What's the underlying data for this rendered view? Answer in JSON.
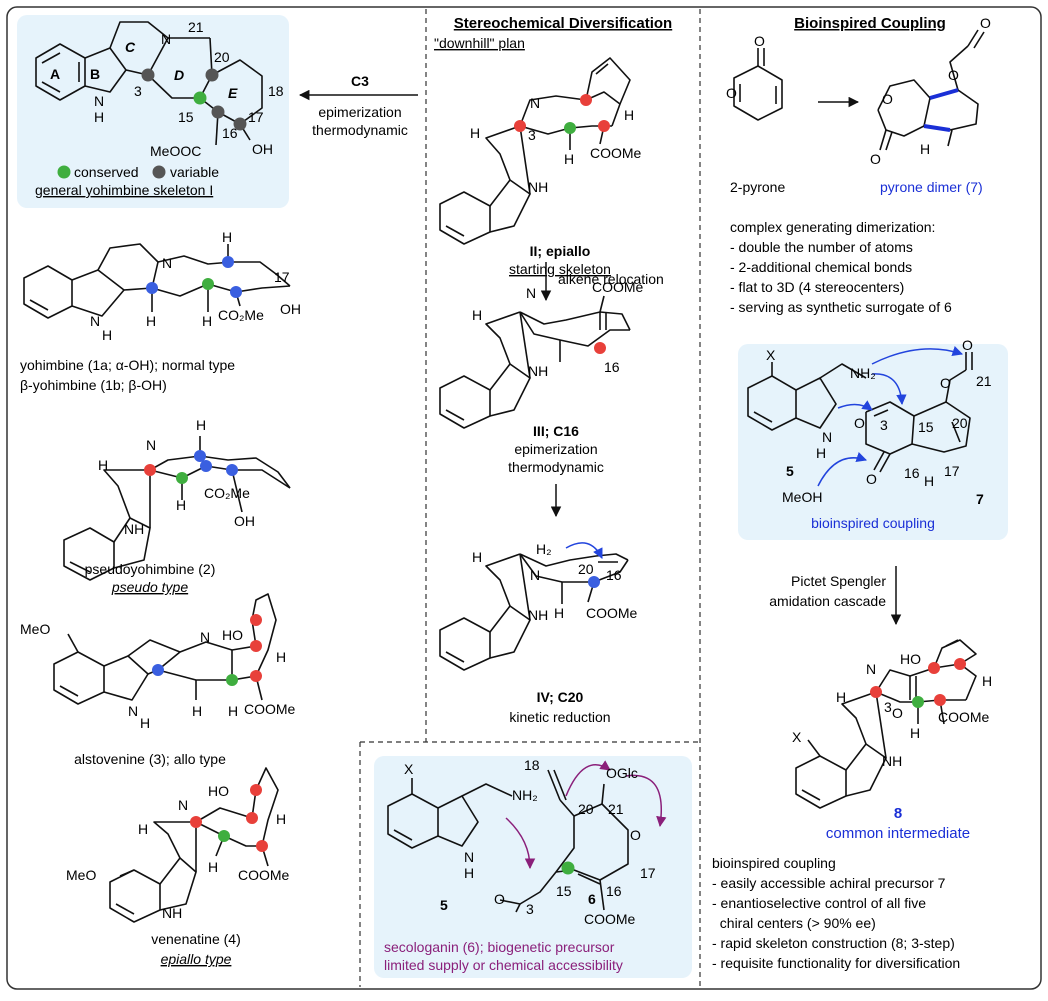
{
  "colors": {
    "panel_bg": "#e6f3fb",
    "conserved": "#3fae3f",
    "variable": "#555555",
    "red_atom": "#e8403a",
    "blue_atom": "#3a5fe0",
    "purple": "#8a1f7a",
    "blue_text": "#1a2fd6"
  },
  "left": {
    "skeleton": {
      "ring_labels": [
        "A",
        "B",
        "C",
        "D",
        "E"
      ],
      "numbers": [
        "21",
        "20",
        "18",
        "3",
        "15",
        "16",
        "17"
      ],
      "n": "N",
      "nh_n": "N",
      "nh_h": "H",
      "oh": "OH",
      "ester": "MeOOC",
      "legend_conserved": "conserved",
      "legend_variable": "variable",
      "caption": "general yohimbine skeleton I"
    },
    "arrow": {
      "label": "C3",
      "line1": "epimerization",
      "line2": "thermodynamic"
    },
    "c1": {
      "n": "N",
      "nh": "N",
      "h_nh": "H",
      "h_top": "H",
      "h1": "H",
      "h2": "H",
      "ester": "CO₂Me",
      "n17": "17",
      "oh": "OH",
      "caption1": "yohimbine (1a; α-OH); normal type",
      "caption2": "β-yohimbine (1b; β-OH)"
    },
    "c2": {
      "n": "N",
      "nh": "NH",
      "h1": "H",
      "h2": "H",
      "h3": "H",
      "ester": "CO₂Me",
      "oh": "OH",
      "caption": "pseudoyohimbine (2)",
      "type": "pseudo type"
    },
    "c3": {
      "meo": "MeO",
      "n": "N",
      "nh": "N",
      "h1": "H",
      "h2": "H",
      "h3": "H",
      "h4": "H",
      "ho": "HO",
      "ester": "COOMe",
      "caption": "alstovenine (3); allo type"
    },
    "c4": {
      "meo": "MeO",
      "n": "N",
      "nh": "NH",
      "h1": "H",
      "h2": "H",
      "h3": "H",
      "ho": "HO",
      "ester": "COOMe",
      "caption": "venenatine (4)",
      "type": "epiallo type"
    }
  },
  "middle": {
    "title": "Stereochemical Diversification",
    "plan": "\"downhill\" plan",
    "s2": {
      "n": "N",
      "nh": "NH",
      "n3": "3",
      "h1": "H",
      "h2": "H",
      "h3": "H",
      "ester": "COOMe",
      "caption1": "II; epiallo",
      "caption2": "starting skeleton"
    },
    "arrow1": "alkene relocation",
    "s3": {
      "n": "N",
      "nh": "NH",
      "h1": "H",
      "n16": "16",
      "ester": "COOMe",
      "caption1": "III; C16",
      "caption2": "epimerization",
      "caption3": "thermodynamic"
    },
    "s4": {
      "n": "N",
      "nh": "NH",
      "h1": "H",
      "h2": "H₂",
      "n20": "20",
      "n16": "16",
      "ester": "COOMe",
      "caption1": "IV; C20",
      "caption2": "kinetic reduction"
    }
  },
  "seco": {
    "x": "X",
    "nh2": "NH₂",
    "nh": "N",
    "h": "H",
    "label5": "5",
    "label6": "6",
    "n18": "18",
    "n20": "20",
    "n21": "21",
    "n3": "3",
    "n15": "15",
    "n16": "16",
    "n17": "17",
    "oglc": "OGlc",
    "o_ring": "O",
    "o_ald": "O",
    "ester": "COOMe",
    "caption1": "secologanin (6); biogenetic precursor",
    "caption2": "limited supply or chemical accessibility"
  },
  "right": {
    "title": "Bioinspired Coupling",
    "pyrone_label": "2-pyrone",
    "dimer_label": "pyrone dimer (7)",
    "pyrone_o1": "O",
    "pyrone_o2": "O",
    "dimer_o": [
      "O",
      "O",
      "O",
      "O"
    ],
    "dimer_h": "H",
    "bullets_title": "complex generating dimerization:",
    "bullets": [
      "- double the number of atoms",
      "- 2-additional chemical bonds",
      "- flat to 3D (4 stereocenters)",
      "- serving as synthetic surrogate of 6"
    ],
    "coupling": {
      "x": "X",
      "nh2": "NH₂",
      "nh_n": "N",
      "nh_h": "H",
      "label5": "5",
      "meoh": "MeOH",
      "label7": "7",
      "n3": "3",
      "n15": "15",
      "n16": "16",
      "n17": "17",
      "n20": "20",
      "n21": "21",
      "h16": "H",
      "o": [
        "O",
        "O",
        "O",
        "O"
      ],
      "caption": "bioinspired coupling"
    },
    "arrow": {
      "line1": "Pictet Spengler",
      "line2": "amidation cascade"
    },
    "p8": {
      "n": "N",
      "nh": "NH",
      "x": "X",
      "ho": "HO",
      "o": "O",
      "n3": "3",
      "h1": "H",
      "h2": "H",
      "h3": "H",
      "ester": "COOMe",
      "label": "8",
      "caption": "common intermediate"
    },
    "summary_title": "bioinspired coupling",
    "summary": [
      "- easily accessible achiral precursor 7",
      "- enantioselective control of all five",
      "  chiral centers (> 90% ee)",
      "- rapid skeleton construction (8; 3-step)",
      "- requisite functionality for diversification"
    ]
  }
}
